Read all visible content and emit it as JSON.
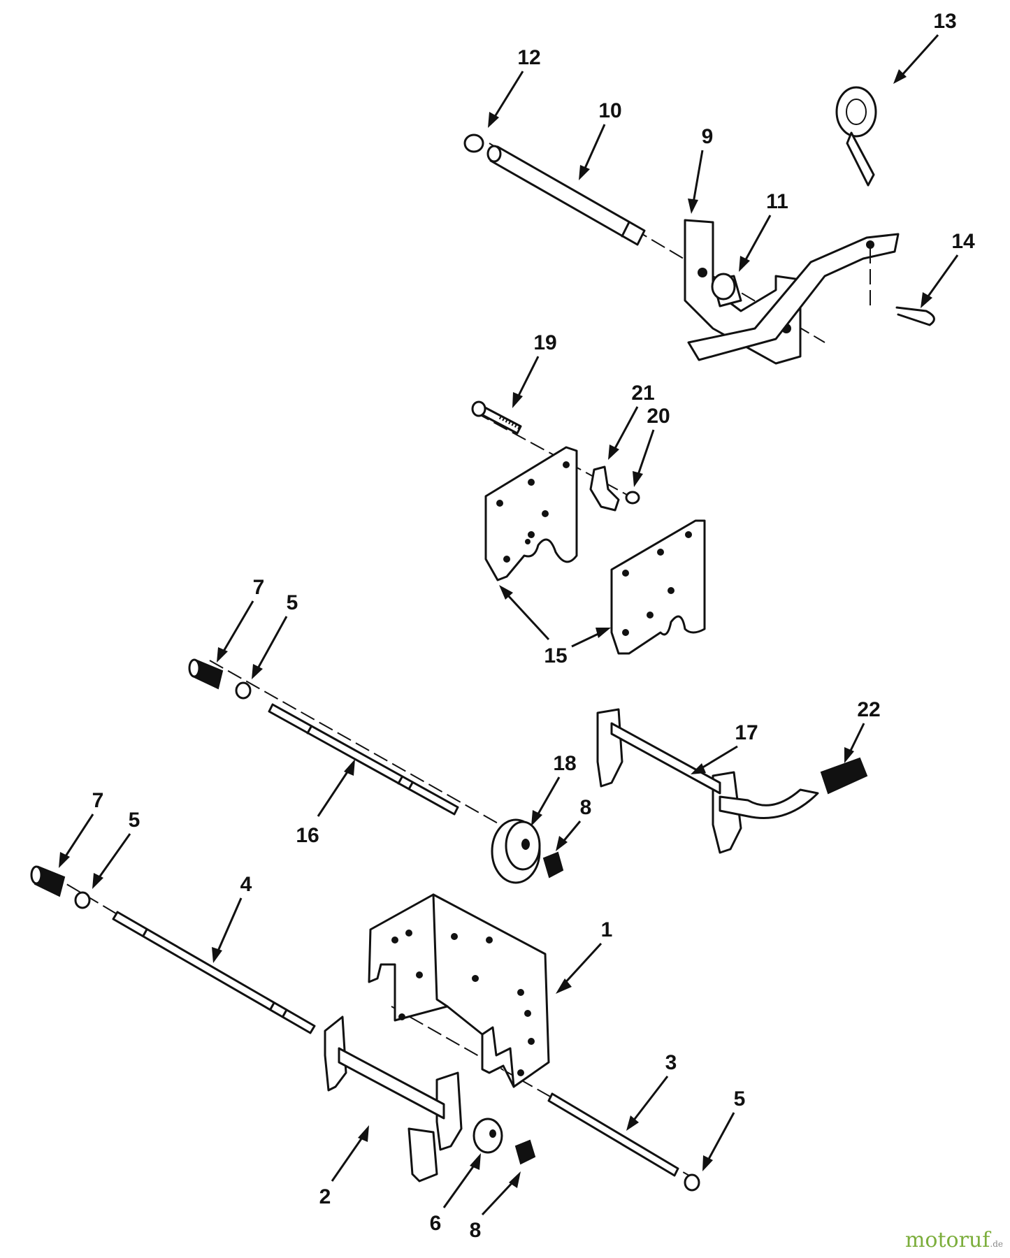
{
  "callouts": {
    "c1": "1",
    "c2": "2",
    "c3": "3",
    "c4": "4",
    "c5a": "5",
    "c5b": "5",
    "c5c": "5",
    "c6": "6",
    "c7a": "7",
    "c7b": "7",
    "c8a": "8",
    "c8b": "8",
    "c9": "9",
    "c10": "10",
    "c11": "11",
    "c12": "12",
    "c13": "13",
    "c14": "14",
    "c15": "15",
    "c16": "16",
    "c17": "17",
    "c18": "18",
    "c19": "19",
    "c20": "20",
    "c21": "21",
    "c22": "22"
  },
  "watermark": {
    "brand": "motoruf",
    "suffix": ".de"
  },
  "colors": {
    "ink": "#111111",
    "background": "#ffffff",
    "watermark": "#7cae3c"
  }
}
